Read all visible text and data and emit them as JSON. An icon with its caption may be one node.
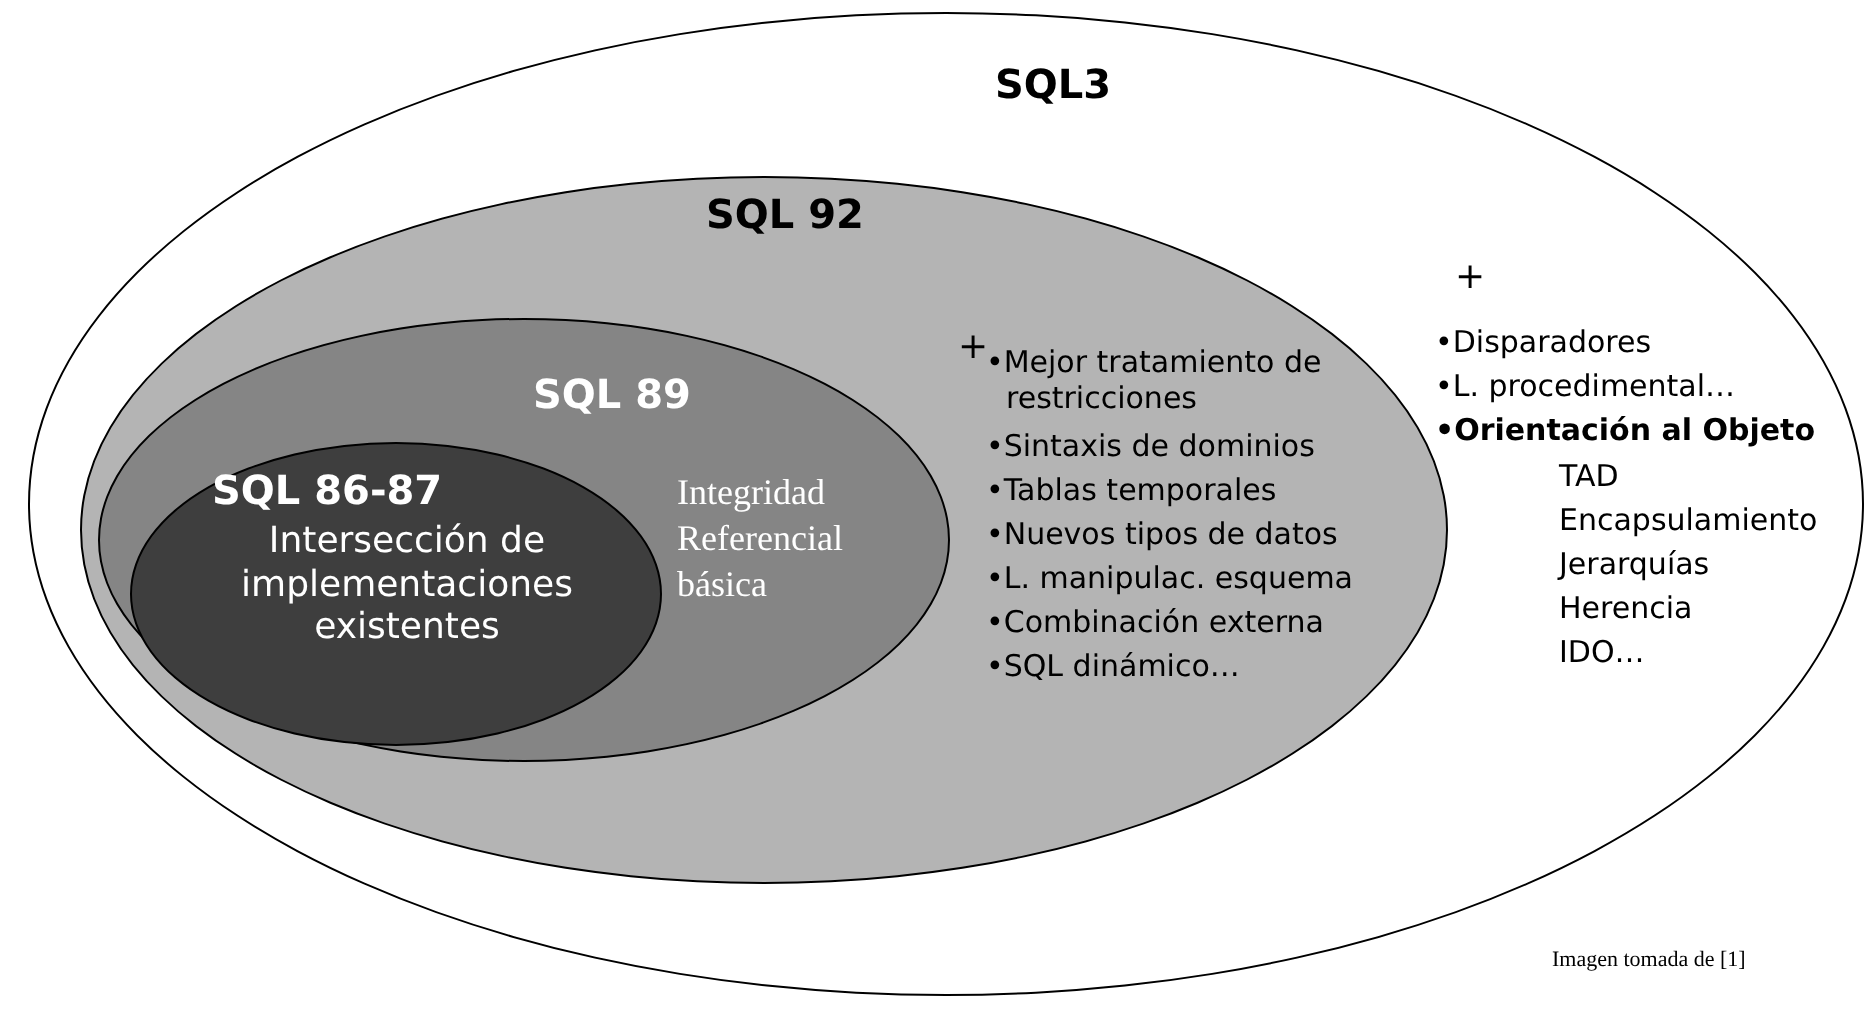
{
  "diagram": {
    "nodes": [
      {
        "text": [
          "SQL3",
          "+",
          "•Disparadores",
          "•L. procedimental…",
          "**•Orientación al Objeto**",
          "TAD",
          "Encapsulamiento",
          "Jerarquías",
          "Herencia",
          "IDO…"
        ]
      },
      {
        "text": [
          "SQL 92",
          "+",
          "•Mejor tratamiento de restricciones",
          "•Sintaxis de dominios",
          "•Tablas temporales",
          "•Nuevos tipos de datos",
          "•L. manipulac. esquema",
          "•Combinación externa",
          "•SQL dinámico…"
        ],
        "in": 0
      },
      {
        "text": [
          "SQL 89",
          "Integridad Referencial básica"
        ],
        "in": 1
      },
      {
        "text": [
          "SQL 86-87",
          "Intersección de implementaciones existentes"
        ],
        "in": 2
      }
    ],
    "labels": [
      "Imagen tomada de [1]"
    ]
  }
}
